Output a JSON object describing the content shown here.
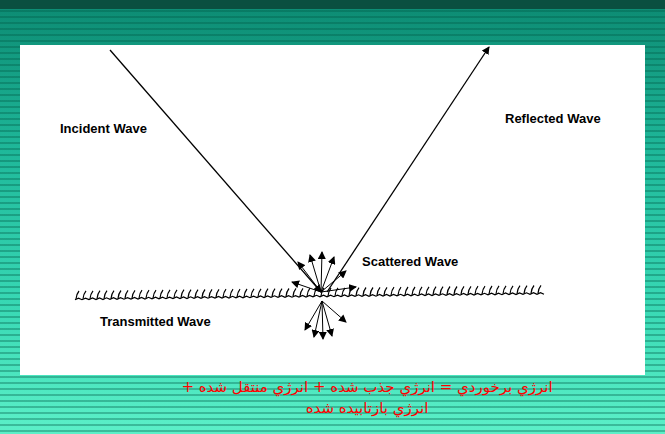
{
  "diagram": {
    "labels": [
      "Incident Wave",
      "Reflected Wave",
      "Scattered Wave",
      "Transmitted Wave",
      "انرژي برخوردي = انرژي جذب شده + انرژي منتقل شده + انرژي بازتابيده شده"
    ]
  }
}
